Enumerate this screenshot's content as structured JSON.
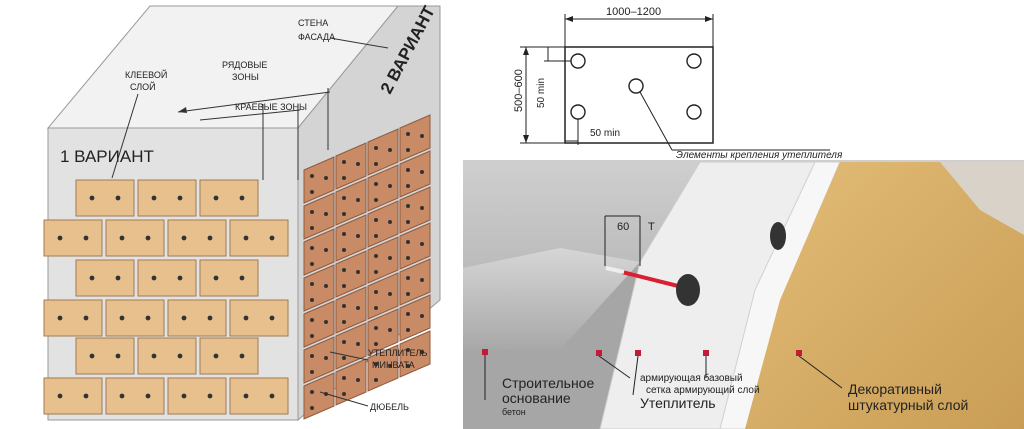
{
  "left_diagram": {
    "variant1": "1 ВАРИАНТ",
    "variant2": "2 ВАРИАНТ",
    "wall_facade_line1": "СТЕНА",
    "wall_facade_line2": "ФАСАДА",
    "glue_layer_line1": "КЛЕЕВОЙ",
    "glue_layer_line2": "СЛОЙ",
    "row_zones_line1": "РЯДОВЫЕ",
    "row_zones_line2": "ЗОНЫ",
    "edge_zones": "КРАЕВЫЕ ЗОНЫ",
    "insulation_line1": "УТЕПЛИТЕЛЬ",
    "insulation_line2": "МИНВАТА",
    "dowel": "ДЮБЕЛЬ",
    "colors": {
      "board_front": "#e8c08e",
      "board_side": "#c98a66",
      "wall": "#e2e2e2",
      "dowel": "#333333"
    }
  },
  "plan_diagram": {
    "width_dim": "1000–1200",
    "height_dim": "500–600",
    "min_vertical": "50 min",
    "min_horizontal": "50 min",
    "fasteners_label": "Элементы крепления утеплителя"
  },
  "photo_diagram": {
    "dim_60": "60",
    "dim_t": "T",
    "base_line1": "Строительное",
    "base_line2": "основание",
    "base_sub": "бетон",
    "mesh_line1": "армирующая базовый",
    "mesh_line2": "сетка армирующий слой",
    "insulation": "Утеплитель",
    "deco_line1": "Декоративный",
    "deco_line2": "штукатурный слой",
    "colors": {
      "concrete": "#bdbdbd",
      "insulation": "#ededed",
      "plaster": "#d9b169",
      "marker": "#c21b3a"
    }
  }
}
